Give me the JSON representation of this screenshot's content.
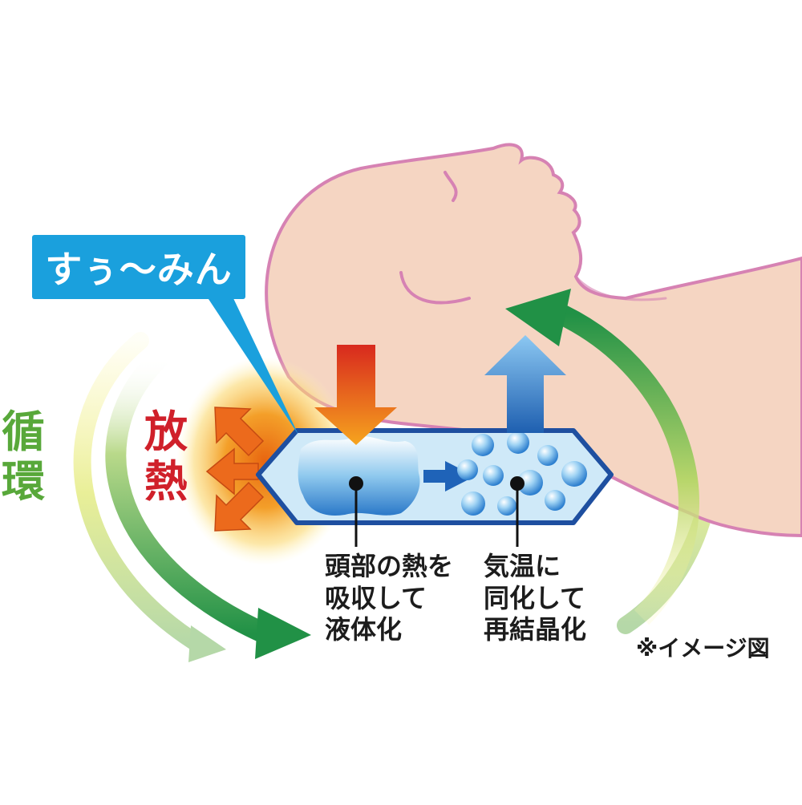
{
  "labels": {
    "product_name": "すぅ〜みん",
    "release_heat": [
      "放",
      "熱"
    ],
    "circulation": [
      "循",
      "環"
    ],
    "absorb_caption": [
      "頭部の熱を",
      "吸収して",
      "液体化"
    ],
    "recrystallize_caption": [
      "気温に",
      "同化して",
      "再結晶化"
    ],
    "image_note": "※イメージ図"
  },
  "colors": {
    "callout_blue": "#1aa0dd",
    "release_red": "#d0202a",
    "circulation_green": "#58a83a",
    "skin": "#f5d5c2",
    "skin_outline": "#d682b3",
    "pillow_fill": "#cfe9f8",
    "pillow_outline": "#1e4fa0",
    "heat_orange": "#f08a1c"
  }
}
